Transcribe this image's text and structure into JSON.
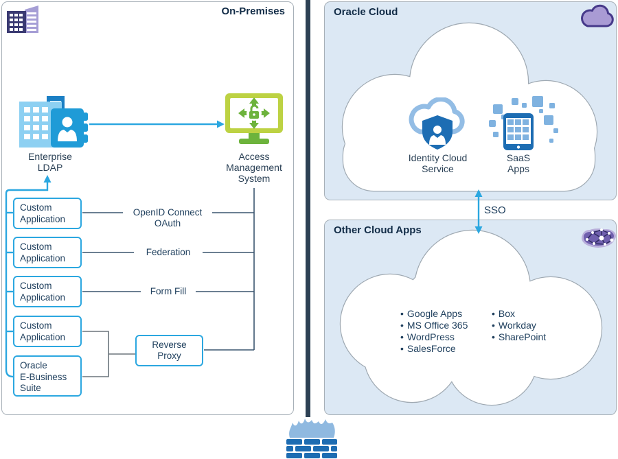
{
  "on_premises": {
    "title": "On-Premises",
    "enterprise_ldap_label": "Enterprise\nLDAP",
    "access_management_label": "Access\nManagement\nSystem",
    "custom_app_label": "Custom\nApplication",
    "ebusiness_label": "Oracle\nE-Business\nSuite",
    "reverse_proxy_label": "Reverse\nProxy",
    "connections": {
      "openid": "OpenID Connect\nOAuth",
      "federation": "Federation",
      "form_fill": "Form Fill"
    }
  },
  "oracle_cloud": {
    "title": "Oracle Cloud",
    "identity_label": "Identity Cloud\nService",
    "saas_label": "SaaS\nApps"
  },
  "cloud_link": {
    "sso_label": "SSO"
  },
  "other_cloud": {
    "title": "Other Cloud Apps",
    "apps_col1": [
      "Google Apps",
      "MS Office 365",
      "WordPress",
      "SalesForce"
    ],
    "apps_col2": [
      "Box",
      "Workday",
      "SharePoint"
    ]
  },
  "icons": {
    "on_premises_corner": "building-icon",
    "oracle_cloud_corner": "cloud-icon",
    "other_cloud_corner": "network-cloud-icon",
    "enterprise_ldap": "directory-building-icon",
    "access_management": "monitor-arrows-lock-icon",
    "identity_cloud_service": "cloud-shield-user-icon",
    "saas_apps": "mobile-apps-icon",
    "firewall": "firewall-icon"
  },
  "colors": {
    "accent_blue": "#2BA7E0",
    "panel_bg": "#DCE8F4",
    "panel_border": "#A7B0B8",
    "divider_navy": "#2D4154",
    "connector_navy": "#3A556F",
    "connector_gray": "#6B757C",
    "green_light": "#BDD243",
    "green": "#6DB33C",
    "ldap_blue_light": "#8DD0F2",
    "ldap_blue": "#1F9BD7",
    "cloud_icon_blue": "#1D6DB3",
    "square_blue": "#7FB2E0",
    "purple_light": "#A99BD4",
    "purple_dark": "#46398A",
    "brick_blue": "#1D6CB2",
    "flame_blue": "#8FB9E0"
  }
}
